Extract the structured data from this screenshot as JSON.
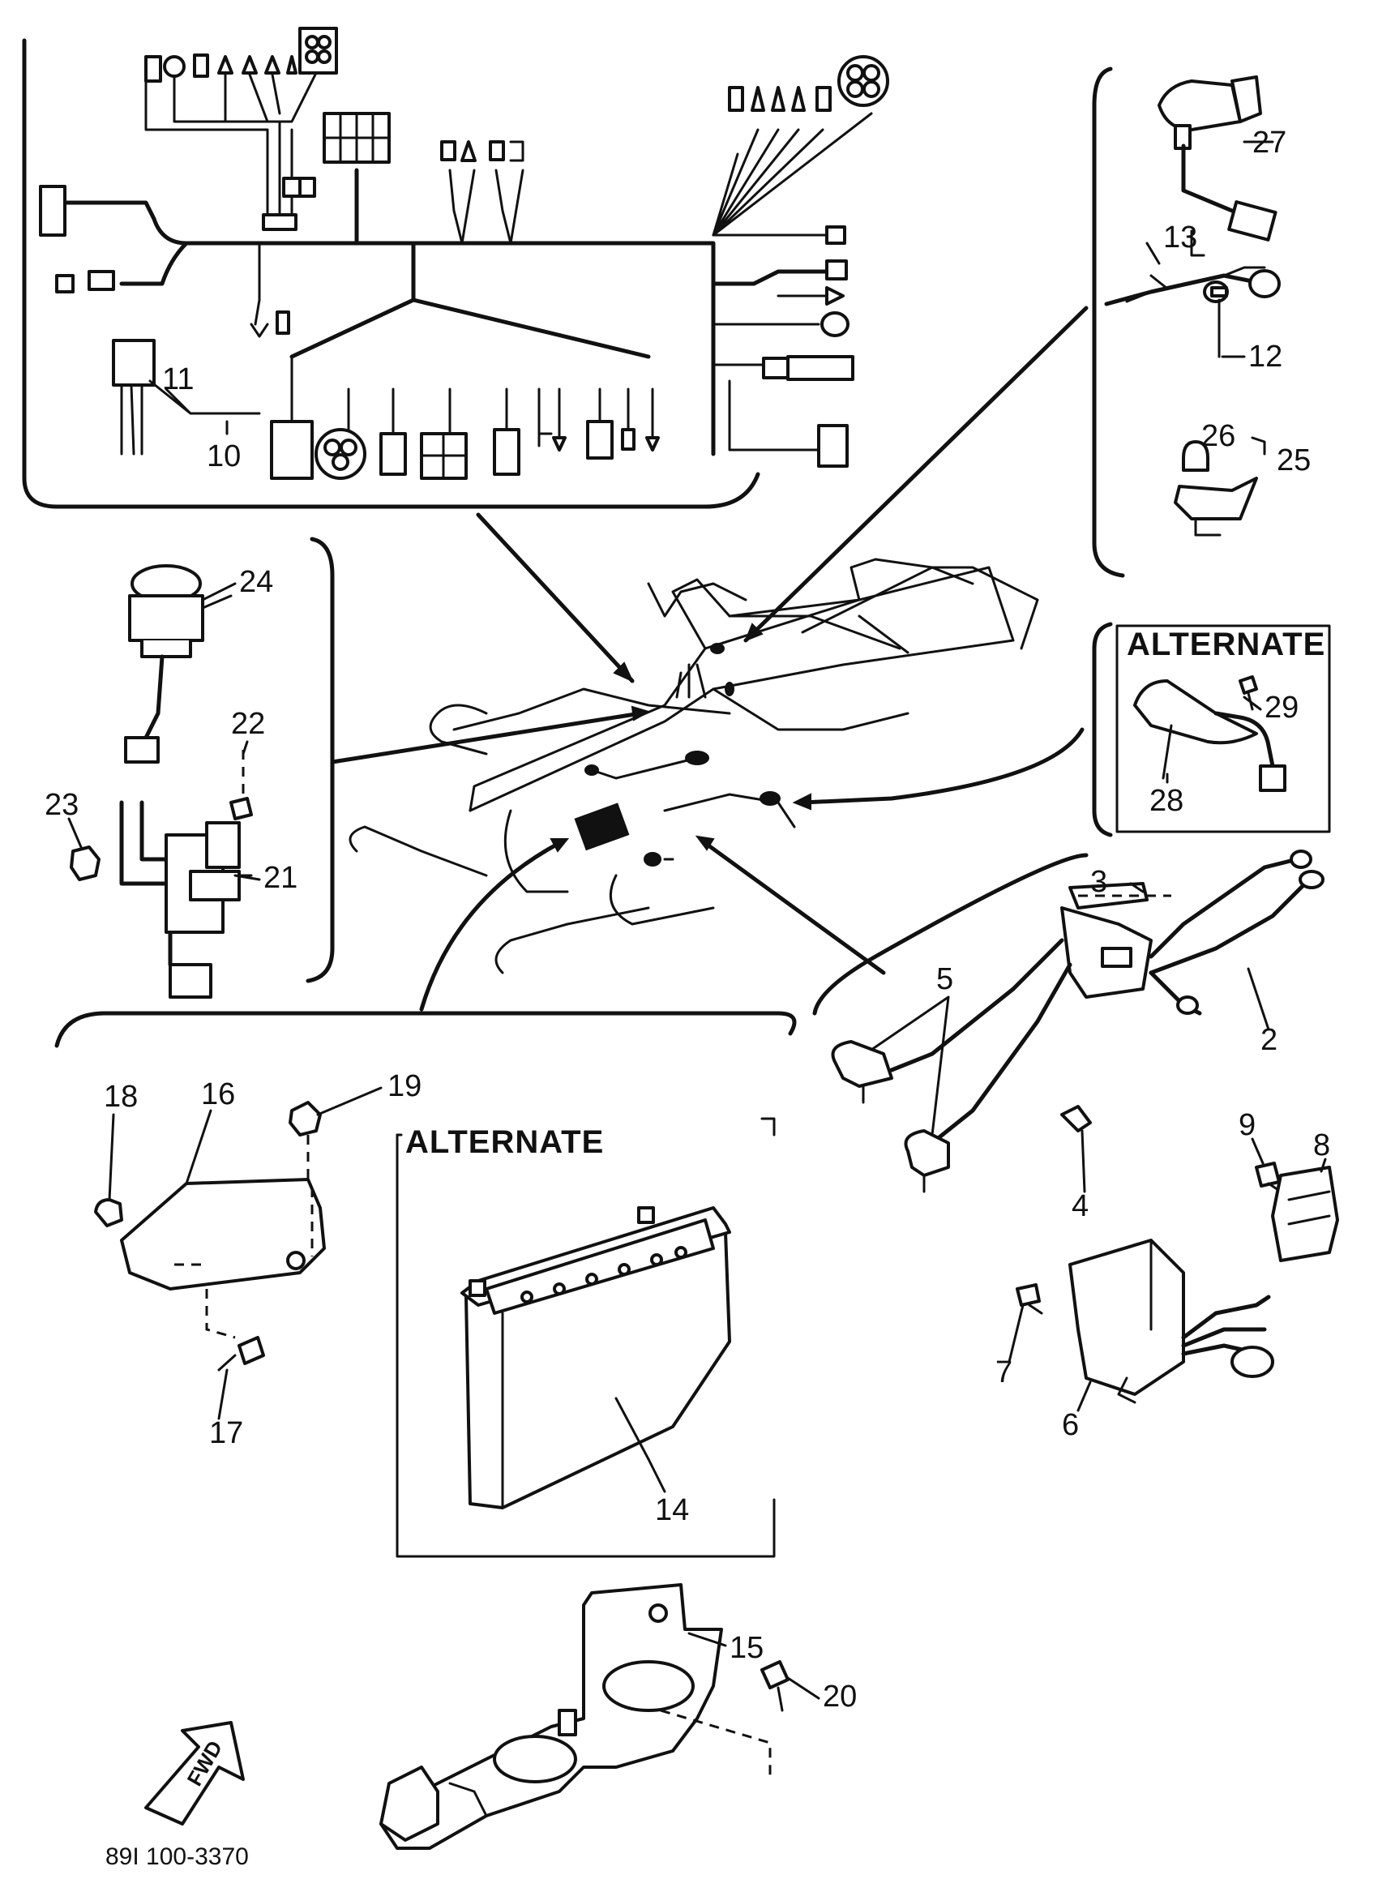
{
  "alternate_labels": [
    "ALTERNATE",
    "ALTERNATE"
  ],
  "part_numbers": {
    "p2": "2",
    "p3": "3",
    "p4": "4",
    "p5": "5",
    "p6": "6",
    "p7": "7",
    "p8": "8",
    "p9": "9",
    "p10": "10",
    "p11": "11",
    "p12": "12",
    "p13": "13",
    "p14": "14",
    "p15": "15",
    "p16": "16",
    "p17": "17",
    "p18": "18",
    "p19": "19",
    "p20": "20",
    "p21": "21",
    "p22": "22",
    "p23": "23",
    "p24": "24",
    "p25": "25",
    "p26": "26",
    "p27": "27",
    "p28": "28",
    "p29": "29"
  },
  "fwd_label": "FWD",
  "diagram_code": "89I 100-3370"
}
